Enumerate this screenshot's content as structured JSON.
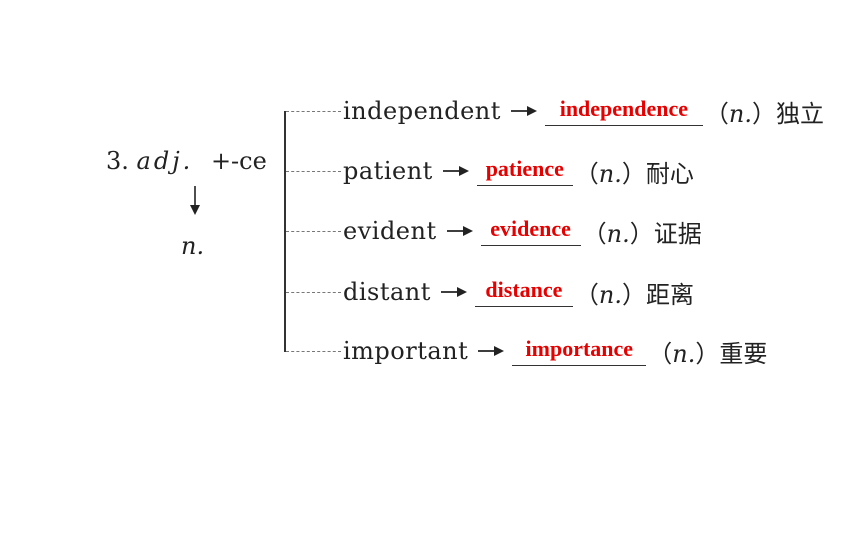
{
  "rule": {
    "number": "3.",
    "pos": "adj.",
    "suffix": "+-ce",
    "result_pos": "n."
  },
  "items": [
    {
      "word": "independent",
      "answer": "independence",
      "meaning": "独立"
    },
    {
      "word": "patient",
      "answer": "patience",
      "meaning": "耐心"
    },
    {
      "word": "evident",
      "answer": "evidence",
      "meaning": "证据"
    },
    {
      "word": "distant",
      "answer": "distance",
      "meaning": "距离"
    },
    {
      "word": "important",
      "answer": "importance",
      "meaning": "重要"
    }
  ],
  "pos_tag": {
    "open": "（",
    "label": "n.",
    "close": "）"
  },
  "colors": {
    "answer": "#e60000",
    "text": "#222222"
  }
}
